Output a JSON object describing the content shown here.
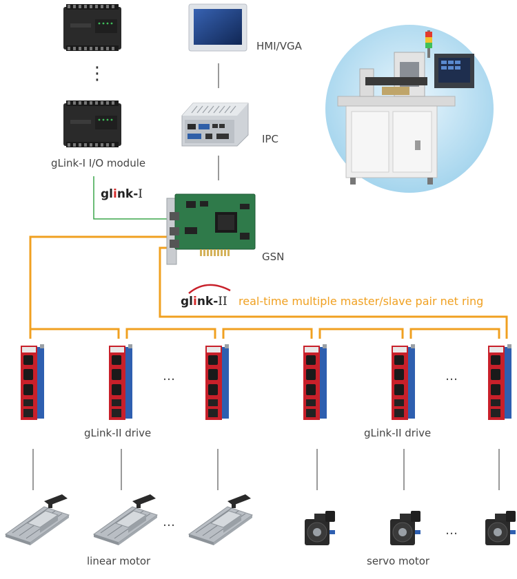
{
  "labels": {
    "hmi": "HMI/VGA",
    "ipc": "IPC",
    "io_module": "gLink-I  I/O module",
    "gsn": "GSN",
    "drive_left": "gLink-II drive",
    "drive_right": "gLink-II drive",
    "linear_motor": "linear motor",
    "servo_motor": "servo motor",
    "ring_desc": "real-time multiple master/slave pair net ring"
  },
  "logos": {
    "glink1": {
      "g": "gl",
      "i": "i",
      "nk": "nk-",
      "suffix": "I"
    },
    "glink2": {
      "g": "gl",
      "i": "i",
      "nk": "nk-",
      "suffix": "II"
    }
  },
  "ellipsis": "…",
  "vellipsis": "⋮",
  "colors": {
    "ring": "#f0a020",
    "glink1_line": "#3aa64a",
    "connector": "#555555",
    "drive_red": "#c8202a",
    "drive_blue": "#2e5fb0"
  }
}
